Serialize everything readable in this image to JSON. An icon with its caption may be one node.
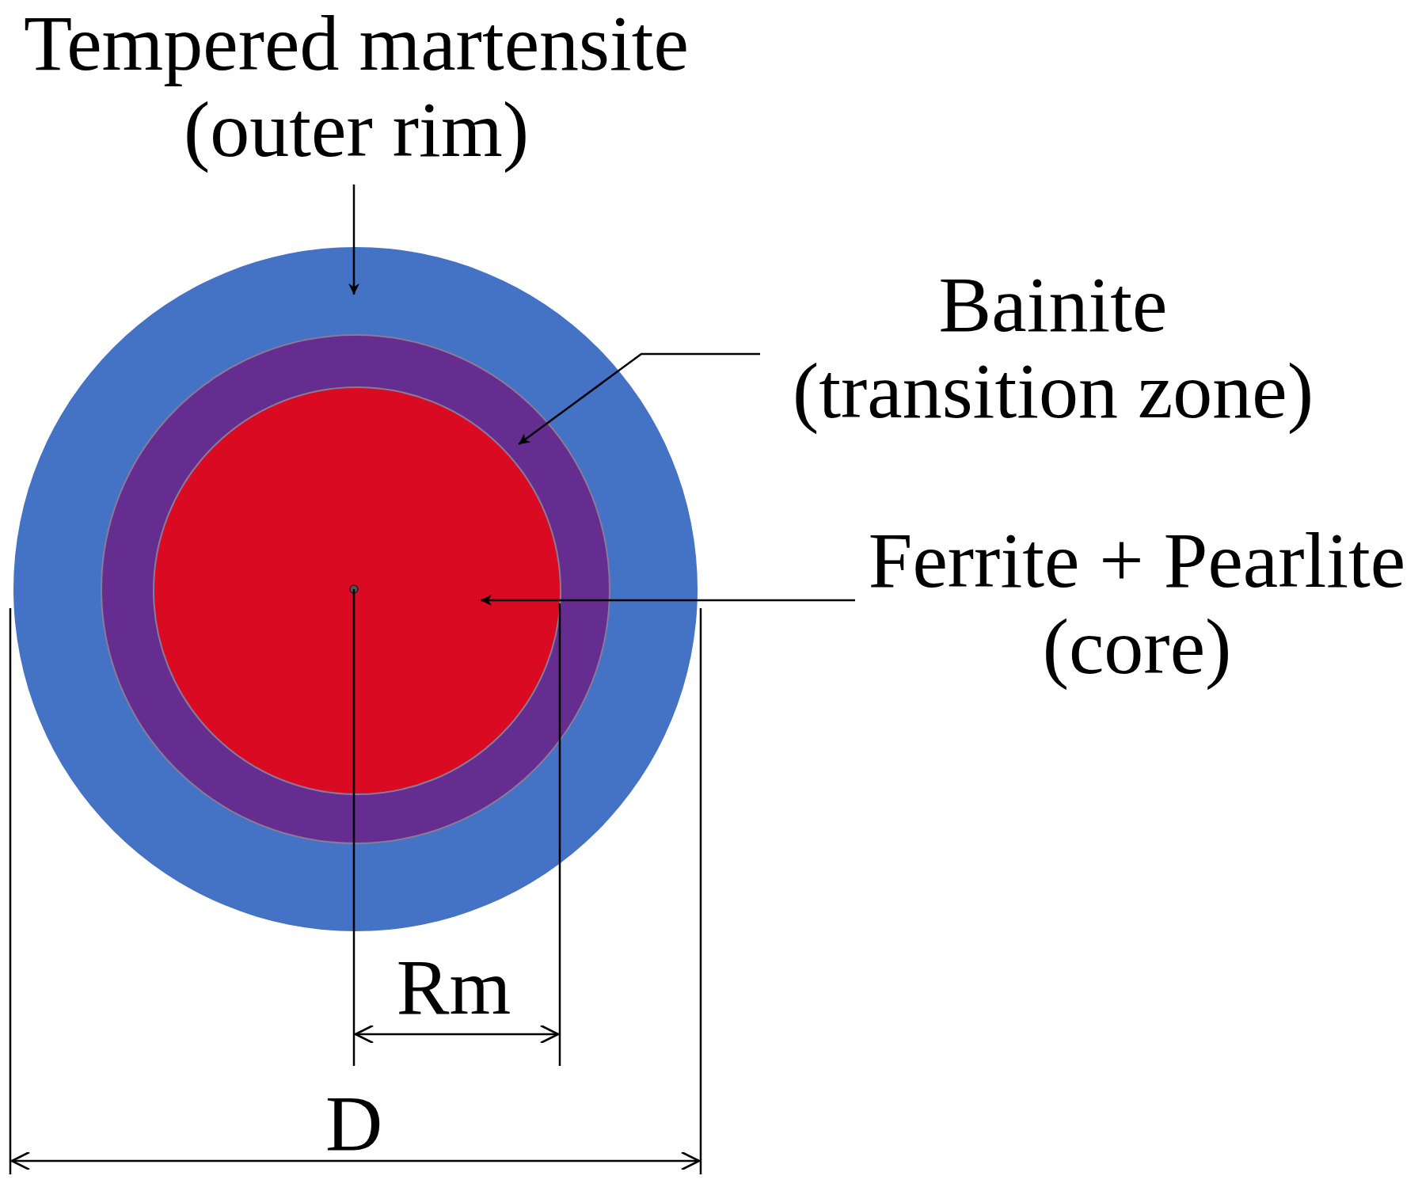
{
  "diagram": {
    "nodes": [
      {
        "text": [
          "Tempered martensite",
          "(outer rim)"
        ]
      },
      {
        "text": [],
        "shape": "circle"
      },
      {
        "text": [
          "Bainite",
          "(transition zone)"
        ]
      },
      {
        "text": [],
        "shape": "circle",
        "in": 1
      },
      {
        "text": [
          "Ferrite + Pearlite",
          "(core)"
        ]
      },
      {
        "text": [],
        "shape": "circle",
        "in": 3
      }
    ],
    "edges": [
      {
        "from": 0,
        "to": 1,
        "arrow": "to"
      },
      {
        "from": 2,
        "to": 3,
        "arrow": "to"
      },
      {
        "from": 4,
        "to": 5,
        "arrow": "to"
      }
    ],
    "labels": [
      "Rm",
      "D"
    ]
  }
}
